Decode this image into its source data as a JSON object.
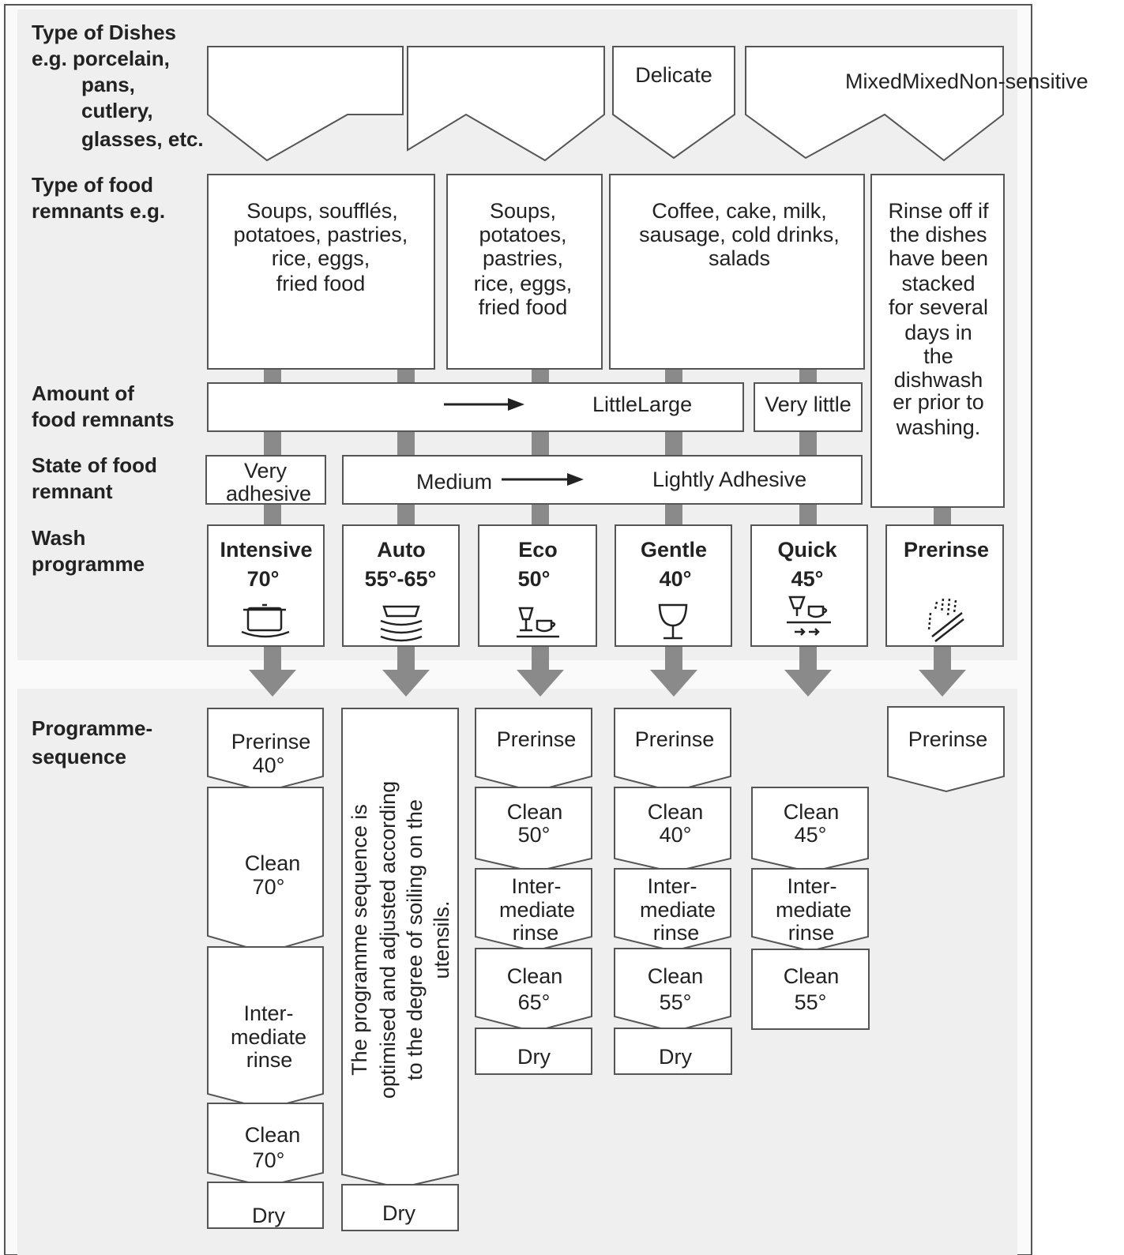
{
  "row_labels": {
    "dishes": [
      "Type of Dishes",
      "e.g. porcelain,",
      "pans,",
      "cutlery,",
      "glasses, etc."
    ],
    "food_type": [
      "Type of food",
      "remnants e.g."
    ],
    "amount": [
      "Amount of",
      "food remnants"
    ],
    "state": [
      "State of food",
      "remnant"
    ],
    "programme": [
      "Wash",
      "programme"
    ],
    "sequence": [
      "Programme-",
      "sequence"
    ]
  },
  "dishes": {
    "delicate": "Delicate",
    "mixed_line": "MixedMixedNon-sensitive"
  },
  "food_types": [
    [
      "Soups, soufflés,",
      "potatoes, pastries,",
      "rice, eggs,",
      "fried food"
    ],
    [
      "Soups,",
      "potatoes,",
      "pastries,",
      "rice, eggs,",
      "fried food"
    ],
    [
      "Coffee, cake, milk,",
      "sausage, cold drinks,",
      "salads"
    ],
    [
      "Rinse off if",
      "the dishes",
      "have been",
      "stacked",
      "for several",
      "days in",
      "the",
      "dishwash",
      "er prior to",
      "washing."
    ]
  ],
  "amount": {
    "range": "LittleLarge",
    "very_little": "Very little"
  },
  "state": {
    "very_adhesive": [
      "Very",
      "adhesive"
    ],
    "medium": "Medium",
    "lightly": "Lightly Adhesive"
  },
  "programmes": [
    {
      "name": "Intensive",
      "temp": "70°",
      "icon": "pot-icon"
    },
    {
      "name": "Auto",
      "temp": "55°-65°",
      "icon": "stacked-plates-icon"
    },
    {
      "name": "Eco",
      "temp": "50°",
      "icon": "glass-and-cup-icon"
    },
    {
      "name": "Gentle",
      "temp": "40°",
      "icon": "wine-glass-icon"
    },
    {
      "name": "Quick",
      "temp": "45°",
      "icon": "quick-glass-cup-icon"
    },
    {
      "name": "Prerinse",
      "temp": "",
      "icon": "rinse-spray-icon"
    }
  ],
  "sequence": {
    "intensive": [
      [
        "Prerinse",
        "40°"
      ],
      [
        "Clean",
        "70°"
      ],
      [
        "Inter-",
        "mediate",
        "rinse"
      ],
      [
        "Clean",
        "70°"
      ],
      [
        "Dry"
      ]
    ],
    "auto_note": [
      "The programme sequence is",
      "optimised and adjusted according",
      "to the degree of soiling on the",
      "utensils."
    ],
    "auto_dry": "Dry",
    "eco": [
      [
        "Prerinse"
      ],
      [
        "Clean",
        "50°"
      ],
      [
        "Inter-",
        "mediate",
        "rinse"
      ],
      [
        "Clean",
        "65°"
      ],
      [
        "Dry"
      ]
    ],
    "gentle": [
      [
        "Prerinse"
      ],
      [
        "Clean",
        "40°"
      ],
      [
        "Inter-",
        "mediate",
        "rinse"
      ],
      [
        "Clean",
        "55°"
      ],
      [
        "Dry"
      ]
    ],
    "quick": [
      [
        "Clean",
        "45°"
      ],
      [
        "Inter-",
        "mediate",
        "rinse"
      ],
      [
        "Clean",
        "55°"
      ]
    ],
    "prerinse": [
      [
        "Prerinse"
      ]
    ]
  },
  "colors": {
    "panel": "#efefef",
    "connector": "#8a8a8a",
    "outline": "#555555"
  }
}
